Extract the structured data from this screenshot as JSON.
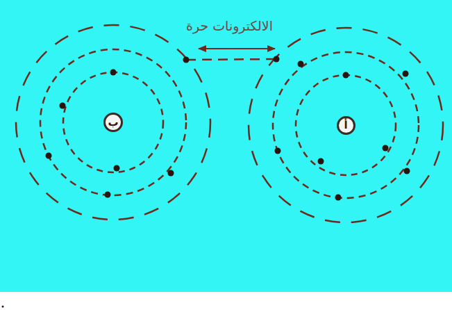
{
  "diagram": {
    "nodes": [
      {
        "text": [
          "ب"
        ]
      },
      {
        "text": [
          "أ"
        ]
      }
    ],
    "labels": [
      "الالكترونات حرة"
    ]
  }
}
